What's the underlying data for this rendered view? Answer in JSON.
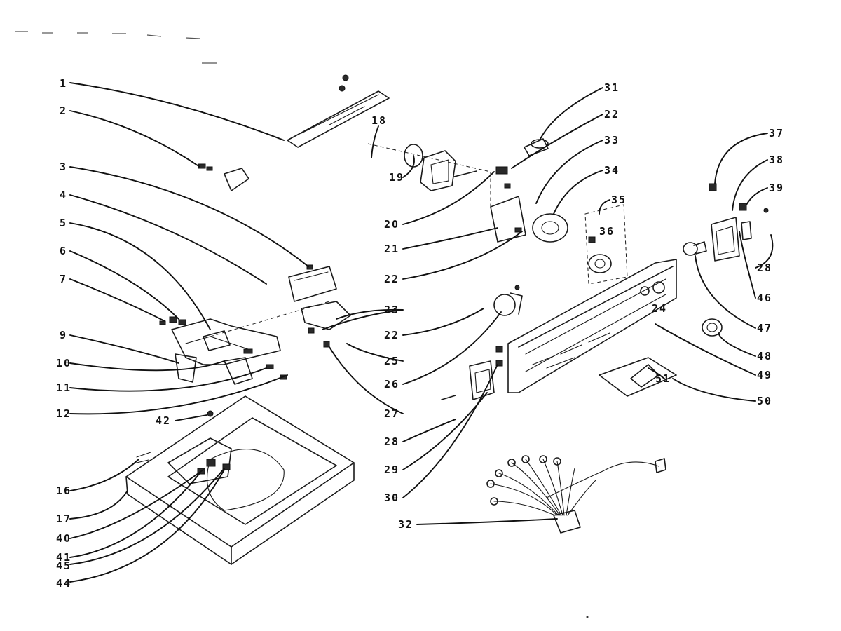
{
  "diagram": {
    "callouts": [
      "1",
      "2",
      "3",
      "4",
      "5",
      "6",
      "7",
      "9",
      "10",
      "11",
      "12",
      "42",
      "16",
      "17",
      "40",
      "41",
      "45",
      "44",
      "18",
      "19",
      "20",
      "21",
      "22",
      "23",
      "25",
      "26",
      "27",
      "28",
      "29",
      "30",
      "31",
      "32",
      "33",
      "34",
      "35",
      "36",
      "37",
      "38",
      "39",
      "46",
      "47",
      "48",
      "49",
      "50",
      "51",
      "24"
    ],
    "labels": {
      "c1": "1",
      "c2": "2",
      "c3": "3",
      "c4": "4",
      "c5": "5",
      "c6": "6",
      "c7": "7",
      "c9": "9",
      "c10": "10",
      "c11": "11",
      "c12": "12",
      "c42": "42",
      "c16": "16",
      "c17": "17",
      "c40": "40",
      "c41": "41",
      "c45": "45",
      "c44": "44",
      "c18": "18",
      "c19": "19",
      "c20": "20",
      "c21": "21",
      "c22a": "22",
      "c22b": "22",
      "c22c": "22",
      "c23": "23",
      "c25": "25",
      "c26": "26",
      "c27": "27",
      "c28a": "28",
      "c28b": "28",
      "c29": "29",
      "c30": "30",
      "c31": "31",
      "c32": "32",
      "c33": "33",
      "c34": "34",
      "c35": "35",
      "c36": "36",
      "c37": "37",
      "c38": "38",
      "c39": "39",
      "c46": "46",
      "c47": "47",
      "c48": "48",
      "c49": "49",
      "c50": "50",
      "c51": "51",
      "c24": "24"
    }
  }
}
